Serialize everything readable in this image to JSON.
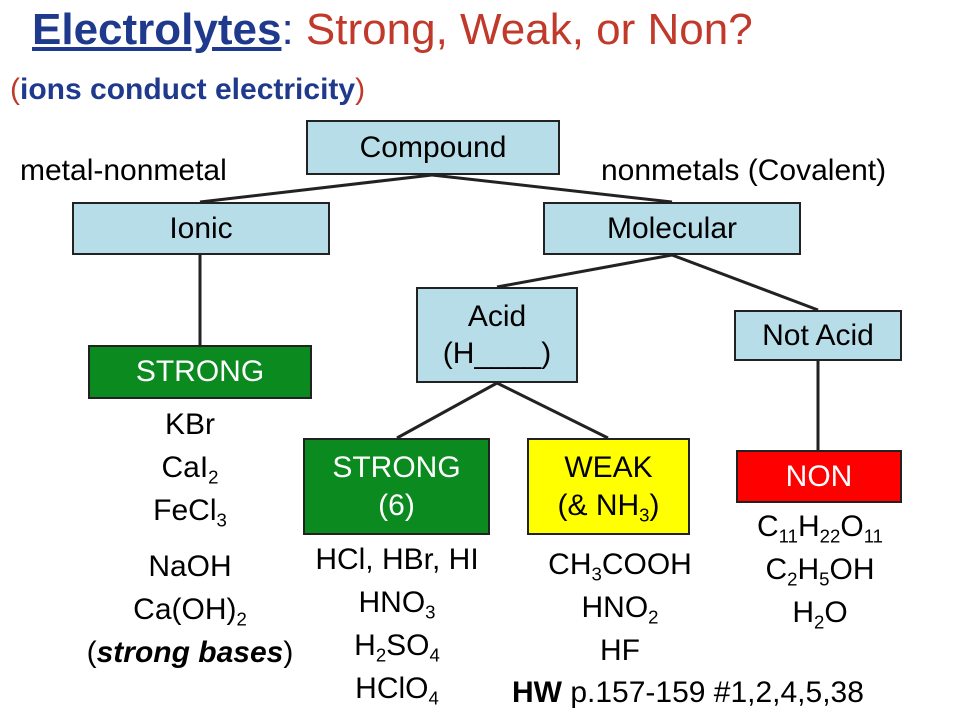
{
  "title": {
    "main": "Electrolytes",
    "colon": ":",
    "rest": " Strong, Weak, or Non?"
  },
  "subtitle": {
    "open": "(",
    "text": "ions conduct electricity",
    "close": ")"
  },
  "labels": {
    "left_branch": "metal-nonmetal",
    "right_branch": "nonmetals (Covalent)"
  },
  "nodes": {
    "compound": "Compound",
    "ionic": "Ionic",
    "molecular": "Molecular",
    "acid_line1": "Acid",
    "acid_line2": "(H____)",
    "not_acid": "Not Acid",
    "strong_ionic": "STRONG",
    "strong_acid_line1": "STRONG",
    "strong_acid_line2": "(6)",
    "weak_line1": "WEAK",
    "weak_line2_pre": "(& NH",
    "weak_line2_sub": "3",
    "weak_line2_post": ")",
    "non": "NON"
  },
  "ionic_examples": {
    "kbr": "KBr",
    "cai2_a": "CaI",
    "cai2_s": "2",
    "fecl3_a": "FeCl",
    "fecl3_s": "3",
    "naoh": "NaOH",
    "caoh2_a": "Ca(OH)",
    "caoh2_s": "2",
    "strong_bases_open": "(",
    "strong_bases": "strong bases",
    "strong_bases_close": ")"
  },
  "strong_acids": {
    "line1": "HCl, HBr, HI",
    "hno3_a": "HNO",
    "hno3_s": "3",
    "h2so4_a": "H",
    "h2so4_s1": "2",
    "h2so4_b": "SO",
    "h2so4_s2": "4",
    "hclo4_a": "HClO",
    "hclo4_s": "4"
  },
  "weak_acids": {
    "ch3cooh_a": "CH",
    "ch3cooh_s": "3",
    "ch3cooh_b": "COOH",
    "hno2_a": "HNO",
    "hno2_s": "2",
    "hf": "HF"
  },
  "non_examples": {
    "sucrose_c": "C",
    "sucrose_s1": "11",
    "sucrose_h": "H",
    "sucrose_s2": "22",
    "sucrose_o": "O",
    "sucrose_s3": "11",
    "ethanol_c": "C",
    "ethanol_s1": "2",
    "ethanol_h": "H",
    "ethanol_s2": "5",
    "ethanol_oh": "OH",
    "water_h": "H",
    "water_s": "2",
    "water_o": "O"
  },
  "homework": {
    "bold": "HW",
    "rest": " p.157-159 #1,2,4,5,38"
  },
  "colors": {
    "title_blue": "#1f3a8c",
    "title_red": "#c0392b",
    "box_light": "#b7dde8",
    "strong_green": "#0a8a1f",
    "weak_yellow": "#ffff00",
    "non_red": "#ff0000"
  }
}
